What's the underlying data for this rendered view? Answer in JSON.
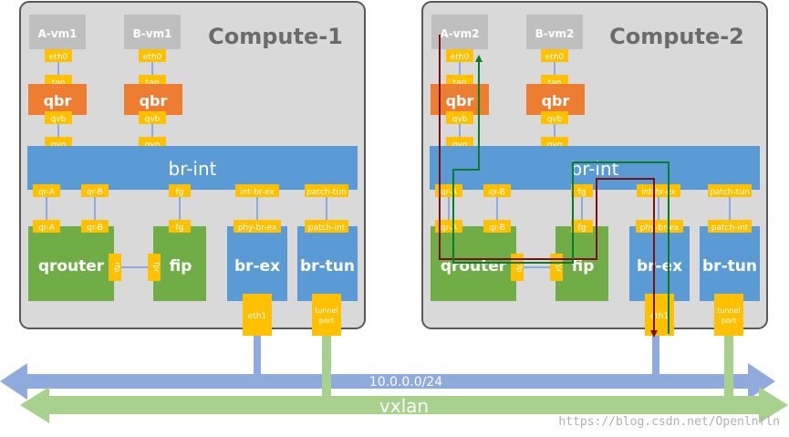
{
  "colors": {
    "host_bg": "#d9d9d9",
    "host_border": "#595959",
    "vm_box": "#bfbfbf",
    "port": "#ffc000",
    "qbr": "#ed7d31",
    "bridge_blue": "#5b9bd5",
    "router_green": "#70ad47",
    "net_blue": "#8faadc",
    "vxlan_green": "#a9d18e",
    "path_red": "#7b1010",
    "path_green": "#0a7d2a",
    "text_white": "#ffffff",
    "text_gray": "#6b6b6b"
  },
  "compute1": {
    "title": "Compute-1",
    "vm_a": "A-vm1",
    "vm_b": "B-vm1",
    "eth0": "eth0",
    "tap": "tap",
    "qbr": "qbr",
    "qvb": "qvb",
    "qvo": "qvo",
    "br_int": "br-int",
    "port_qr_a": "qr-A",
    "port_qr_b": "qr-B",
    "port_fg": "fg",
    "port_int_br_ex": "int-br-ex",
    "port_patch_tun": "patch-tun",
    "port_phy_br_ex": "phy-br-ex",
    "port_patch_int": "patch-int",
    "qrouter": "qrouter",
    "fip": "fip",
    "br_ex": "br-ex",
    "br_tun": "br-tun",
    "port_rfp": "rfp",
    "port_fpr": "fpr",
    "eth1": "eth1",
    "tunnel_port_1": "tunnel",
    "tunnel_port_2": "port"
  },
  "compute2": {
    "title": "Compute-2",
    "vm_a": "A-vm2",
    "vm_b": "B-vm2",
    "eth0": "eth0",
    "tap": "tap",
    "qbr": "qbr",
    "qvb": "qvb",
    "qvo": "qvo",
    "br_int": "br-int",
    "port_qr_a": "qr-A",
    "port_qr_b": "qr-B",
    "port_fg": "fg",
    "port_int_br_ex": "int-br-ex",
    "port_patch_tun": "patch-tun",
    "port_phy_br_ex": "phy-br-ex",
    "port_patch_int": "patch-int",
    "qrouter": "qrouter",
    "fip": "fip",
    "br_ex": "br-ex",
    "br_tun": "br-tun",
    "port_rfp": "rfp",
    "port_fpr": "fpr",
    "eth1": "eth1",
    "tunnel_port_1": "tunnel",
    "tunnel_port_2": "port"
  },
  "network": {
    "external_label": "10.0.0.0/24",
    "vxlan_label": "vxlan"
  },
  "watermark": "https://blog.csdn.net/Openlnfln"
}
